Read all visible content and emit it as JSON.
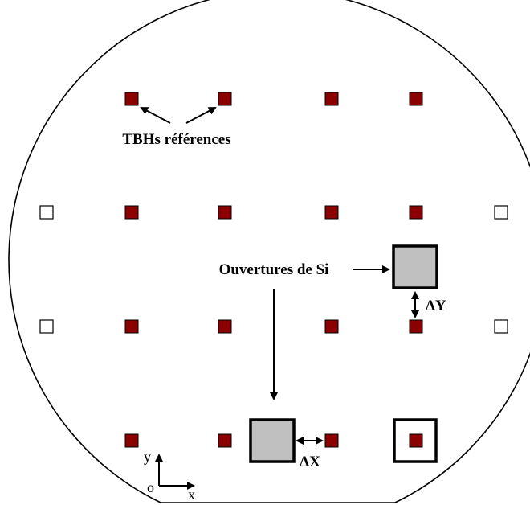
{
  "labels": {
    "tbh_references": "TBHs références",
    "si_openings": "Ouvertures de Si",
    "delta_y": "ΔY",
    "delta_x": "ΔX"
  },
  "axes": {
    "y": "y",
    "x": "x",
    "origin": "o"
  },
  "colors": {
    "tbh_fill": "#8b0000",
    "opening_fill": "#c0c0c0",
    "outline": "#000000",
    "empty_fill": "#ffffff"
  }
}
